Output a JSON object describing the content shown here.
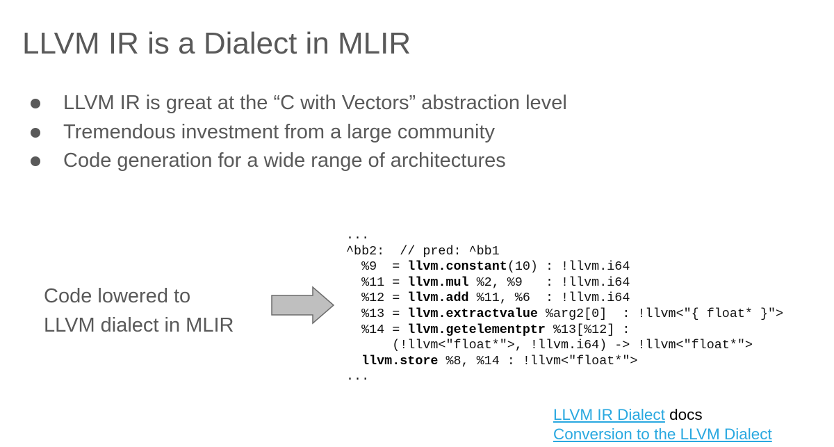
{
  "slide": {
    "title": "LLVM IR is a Dialect in MLIR",
    "bullets": [
      "LLVM IR is great at the “C with Vectors” abstraction level",
      "Tremendous investment from a large community",
      "Code generation for a wide range of architectures"
    ],
    "lowered_text": [
      "Code lowered to",
      "LLVM dialect in MLIR"
    ],
    "code": {
      "l0": "...",
      "l1": "^bb2:  // pred: ^bb1",
      "l2a": "  %9  = ",
      "l2op": "llvm.constant",
      "l2b": "(10) : !llvm.i64",
      "l3a": "  %11 = ",
      "l3op": "llvm.mul",
      "l3b": " %2, %9   : !llvm.i64",
      "l4a": "  %12 = ",
      "l4op": "llvm.add",
      "l4b": " %11, %6  : !llvm.i64",
      "l5a": "  %13 = ",
      "l5op": "llvm.extractvalue",
      "l5b": " %arg2[0]  : !llvm<\"{ float* }\">",
      "l6a": "  %14 = ",
      "l6op": "llvm.getelementptr",
      "l6b": " %13[%12] :",
      "l7": "      (!llvm<\"float*\">, !llvm.i64) -> !llvm<\"float*\">",
      "l8a": "  ",
      "l8op": "llvm.store",
      "l8b": " %8, %14 : !llvm<\"float*\">",
      "l9": "..."
    },
    "links": {
      "dialect_link": "LLVM IR Dialect",
      "docs_text": " docs",
      "conversion_link": "Conversion to the LLVM Dialect"
    },
    "colors": {
      "text": "#595959",
      "link": "#29a8e0",
      "arrow_fill": "#bfbfbf",
      "arrow_stroke": "#6b6b6b"
    }
  }
}
